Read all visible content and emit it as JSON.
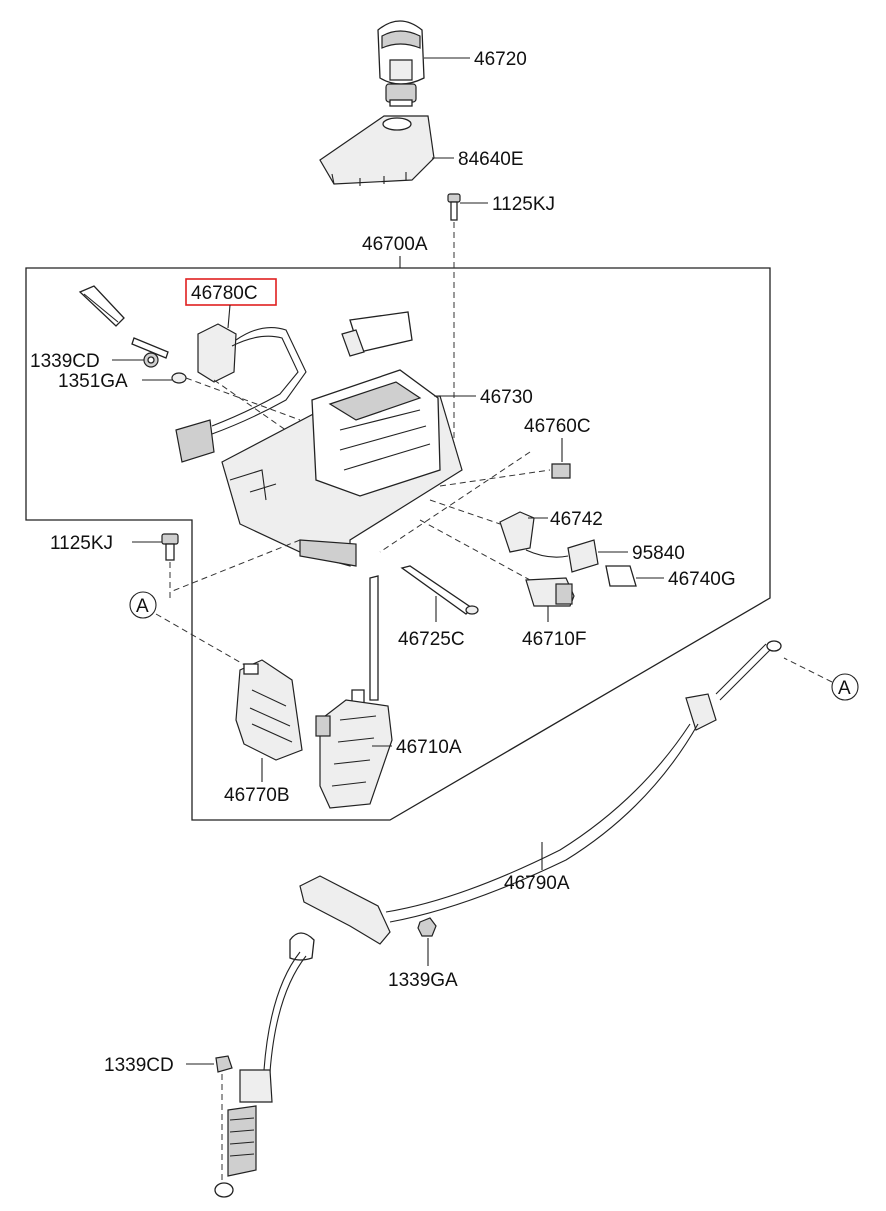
{
  "diagram": {
    "labels": {
      "l46720": "46720",
      "l84640E": "84640E",
      "l1125KJ_top": "1125KJ",
      "l46700A": "46700A",
      "l46780C": "46780C",
      "l1339CD_top": "1339CD",
      "l1351GA": "1351GA",
      "l46730": "46730",
      "l46760C": "46760C",
      "l46742": "46742",
      "l95840": "95840",
      "l46740G": "46740G",
      "l1125KJ_left": "1125KJ",
      "lA_left": "A",
      "l46725C": "46725C",
      "l46710F": "46710F",
      "l46710A": "46710A",
      "l46770B": "46770B",
      "lA_right": "A",
      "l46790A": "46790A",
      "l1339GA": "1339GA",
      "l1339CD_bottom": "1339CD"
    },
    "highlighted_part": "46780C",
    "highlight_color": "#e02020"
  }
}
